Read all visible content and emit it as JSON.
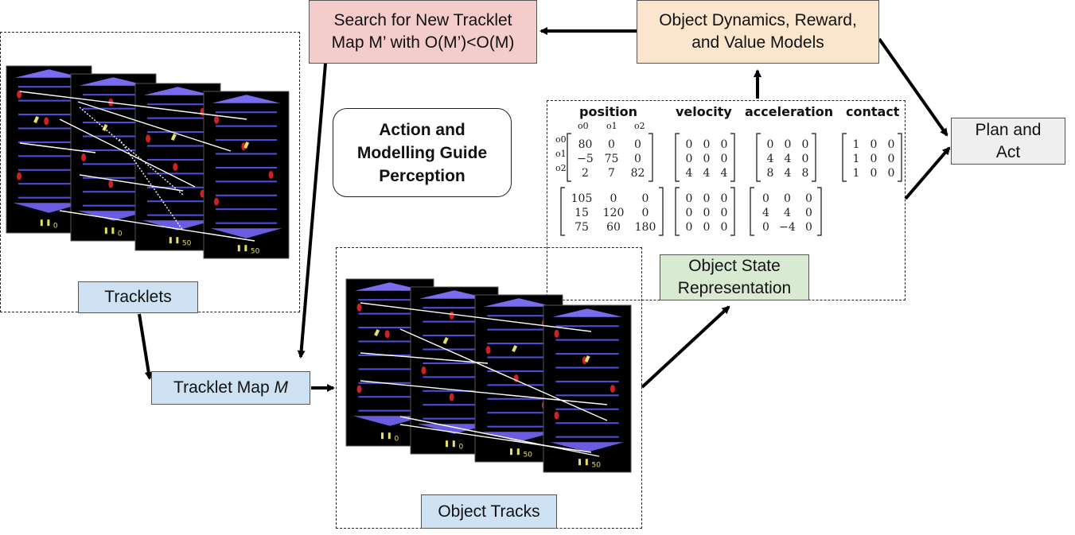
{
  "boxes": {
    "tracklets": "Tracklets",
    "tracklet_map_text": "Tracklet Map ",
    "tracklet_map_var": "M",
    "search_line1": "Search for New Tracklet",
    "search_line2": "Map M’ with O(M’)<O(M)",
    "models_line1": "Object Dynamics, Reward,",
    "models_line2": "and Value Models",
    "plan_line1": "Plan and",
    "plan_line2": "Act",
    "state_line1": "Object State",
    "state_line2": "Representation",
    "object_tracks": "Object Tracks",
    "guide_line1": "Action and",
    "guide_line2": "Modelling Guide",
    "guide_line3": "Perception"
  },
  "matrix_headers": [
    "position",
    "velocity",
    "acceleration",
    "contact"
  ],
  "object_labels": [
    "o0",
    "o1",
    "o2"
  ],
  "matrices": {
    "position_1": [
      [
        "80",
        "0",
        "0"
      ],
      [
        "−5",
        "75",
        "0"
      ],
      [
        "2",
        "7",
        "82"
      ]
    ],
    "position_2": [
      [
        "105",
        "0",
        "0"
      ],
      [
        "15",
        "120",
        "0"
      ],
      [
        "75",
        "60",
        "180"
      ]
    ],
    "velocity_1": [
      [
        "0",
        "0",
        "0"
      ],
      [
        "0",
        "0",
        "0"
      ],
      [
        "4",
        "4",
        "4"
      ]
    ],
    "velocity_2": [
      [
        "0",
        "0",
        "0"
      ],
      [
        "0",
        "0",
        "0"
      ],
      [
        "0",
        "0",
        "0"
      ]
    ],
    "acceleration_1": [
      [
        "0",
        "0",
        "0"
      ],
      [
        "4",
        "4",
        "0"
      ],
      [
        "8",
        "4",
        "8"
      ]
    ],
    "acceleration_2": [
      [
        "0",
        "0",
        "0"
      ],
      [
        "4",
        "4",
        "0"
      ],
      [
        "0",
        "−4",
        "0"
      ]
    ],
    "contact_1": [
      [
        "1",
        "0",
        "0"
      ],
      [
        "1",
        "0",
        "0"
      ],
      [
        "1",
        "0",
        "0"
      ]
    ]
  },
  "frame_scores": [
    "0",
    "0",
    "50",
    "50"
  ],
  "colors": {
    "box_blue": "#cfe2f3",
    "box_pink": "#f4cccc",
    "box_peach": "#fce5cd",
    "box_green": "#d9ead3",
    "box_grey": "#efefef",
    "frame_bg": "#000000",
    "platform": "#5050e0",
    "enemy": "#cc2222",
    "player": "#e8e060",
    "track_line": "#ffffff"
  }
}
